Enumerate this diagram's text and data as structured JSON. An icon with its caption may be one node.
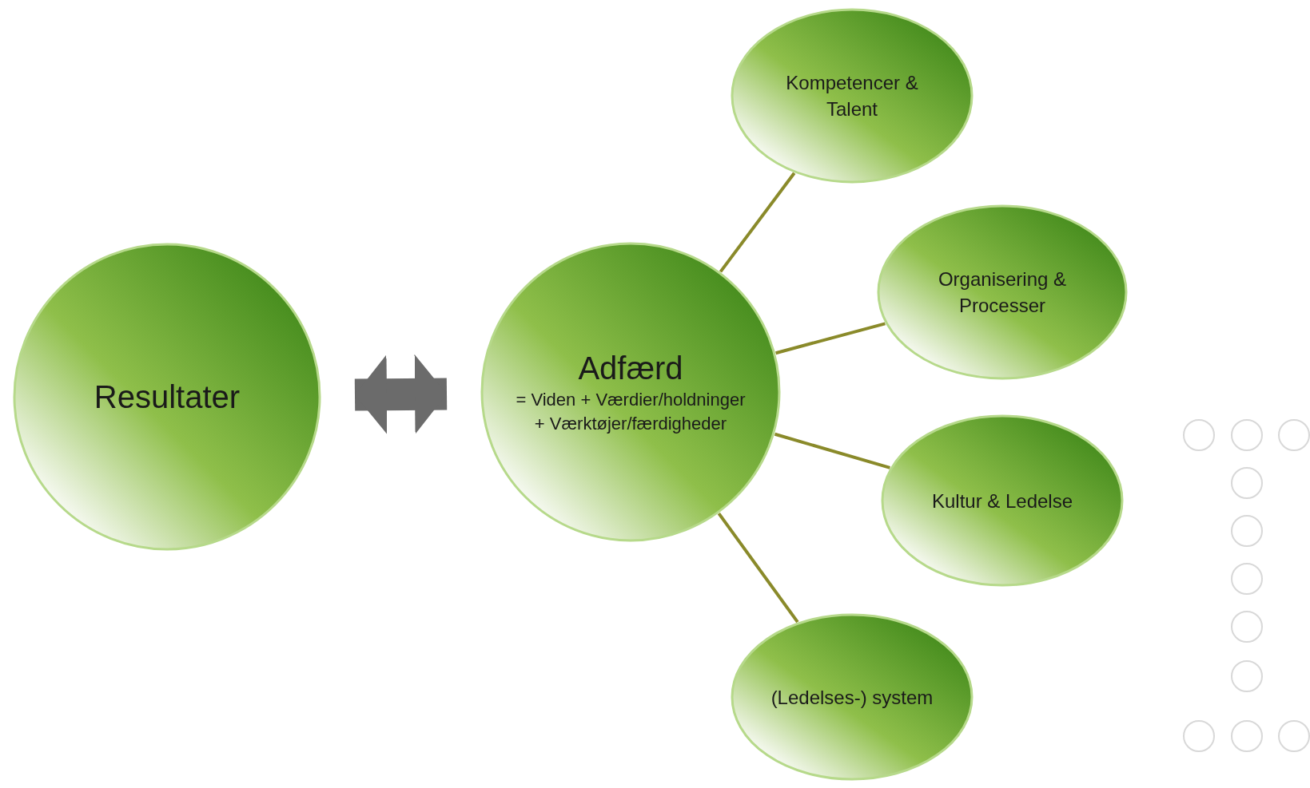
{
  "diagram": {
    "nodes": [
      {
        "text": [
          "Resultater"
        ]
      },
      {
        "text": [
          "Adfærd",
          "= Viden + Værdier/holdninger + Værktøjer/færdigheder"
        ]
      },
      {
        "text": [
          "Kompetencer & Talent"
        ]
      },
      {
        "text": [
          "Organisering & Processer"
        ]
      },
      {
        "text": [
          "Kultur & Ledelse"
        ]
      },
      {
        "text": [
          "(Ledelses-) system"
        ]
      }
    ],
    "edges": [
      {
        "from": 0,
        "to": 1,
        "arrow": "both",
        "style": "thick",
        "color": "#6b6b6b"
      },
      {
        "from": 1,
        "to": 2,
        "arrow": "none"
      },
      {
        "from": 1,
        "to": 3,
        "arrow": "none"
      },
      {
        "from": 1,
        "to": 4,
        "arrow": "none"
      },
      {
        "from": 1,
        "to": 5,
        "arrow": "none"
      }
    ]
  }
}
